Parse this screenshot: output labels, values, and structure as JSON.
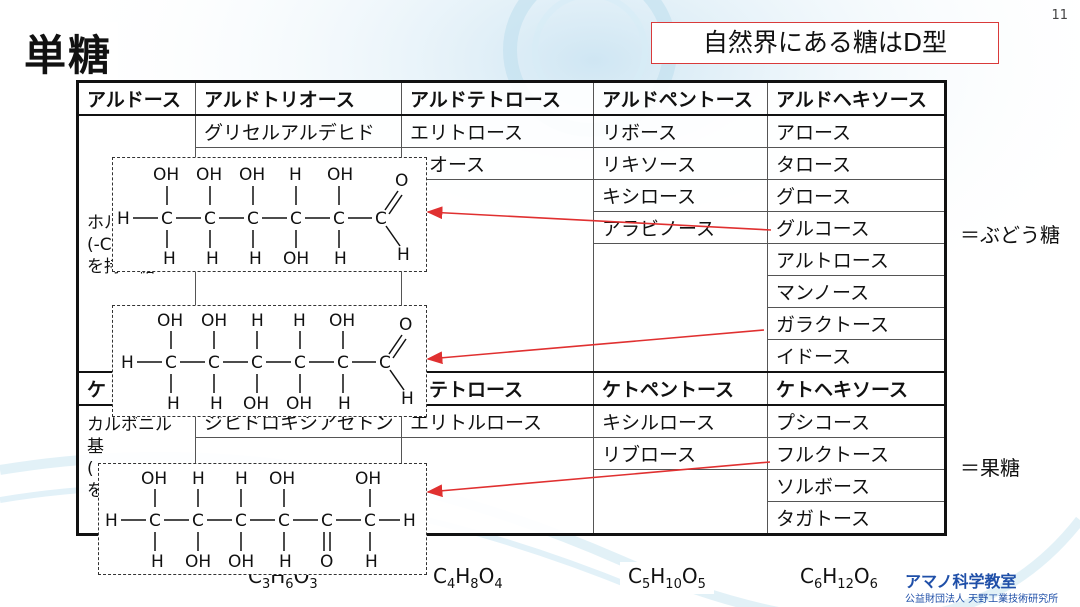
{
  "page": {
    "title": "単糖",
    "number": "11",
    "note": "自然界にある糖はD型"
  },
  "aldose_header": [
    "アルドース",
    "アルドトリオース",
    "アルドテトロース",
    "アルドペントース",
    "アルドヘキソース"
  ],
  "aldose_desc": [
    "ホル",
    "(-C",
    "を持つ糖"
  ],
  "aldose_rows": [
    [
      "グリセルアルデヒド",
      "エリトロース",
      "リボース",
      "アロース"
    ],
    [
      "",
      "レオース",
      "リキソース",
      "タロース"
    ],
    [
      "",
      "",
      "キシロース",
      "グロース"
    ],
    [
      "",
      "",
      "アラビノース",
      "グルコース"
    ],
    [
      "",
      "",
      "",
      "アルトロース"
    ],
    [
      "",
      "",
      "",
      "マンノース"
    ],
    [
      "",
      "",
      "",
      "ガラクトース"
    ],
    [
      "",
      "",
      "",
      "イドース"
    ]
  ],
  "ketose_header": [
    "ケト",
    "",
    "トテトロース",
    "ケトペントース",
    "ケトヘキソース"
  ],
  "ketose_desc": [
    "カルボニル基",
    "(",
    "を"
  ],
  "ketose_rows": [
    [
      "ジヒドロキシアセトン",
      "エリトルロース",
      "キシルロース",
      "プシコース"
    ],
    [
      "",
      "",
      "リブロース",
      "フルクトース"
    ],
    [
      "",
      "",
      "",
      "ソルボース"
    ],
    [
      "",
      "",
      "",
      "タガトース"
    ]
  ],
  "annotations": {
    "glucose": "＝ぶどう糖",
    "fructose": "＝果糖"
  },
  "formulas": {
    "c3": {
      "a": "C",
      "n1": "3",
      "b": "H",
      "n2": "6",
      "c": "O",
      "n3": "3"
    },
    "c4": {
      "a": "C",
      "n1": "4",
      "b": "H",
      "n2": "8",
      "c": "O",
      "n3": "4"
    },
    "c5": {
      "a": "C",
      "n1": "5",
      "b": "H",
      "n2": "10",
      "c": "O",
      "n3": "5"
    },
    "c6": {
      "a": "C",
      "n1": "6",
      "b": "H",
      "n2": "12",
      "c": "O",
      "n3": "6"
    }
  },
  "structures": {
    "glucose": {
      "top": [
        "OH",
        "OH",
        "OH",
        "H",
        "OH"
      ],
      "bottom": [
        "H",
        "H",
        "H",
        "OH",
        "H"
      ],
      "left_atom": "H",
      "carbon": "C",
      "oxygen": "O",
      "aldehyde_h": "H"
    },
    "galactose": {
      "top": [
        "OH",
        "OH",
        "H",
        "H",
        "OH"
      ],
      "bottom": [
        "H",
        "H",
        "OH",
        "OH",
        "H"
      ],
      "left_atom": "H",
      "carbon": "C",
      "oxygen": "O",
      "aldehyde_h": "H"
    },
    "fructose": {
      "top": [
        "OH",
        "H",
        "H",
        "OH",
        "",
        "OH"
      ],
      "bottom": [
        "H",
        "OH",
        "OH",
        "H",
        "O",
        "H"
      ],
      "left_atom": "H",
      "right_atom": "H",
      "carbon": "C"
    }
  },
  "footer": {
    "org": "アマノ科学教室",
    "sub": "公益財団法人 天野工業技術研究所"
  },
  "colors": {
    "arrow": "#e03030",
    "note_border": "#d93a3a",
    "brand": "#1f4fa8"
  }
}
